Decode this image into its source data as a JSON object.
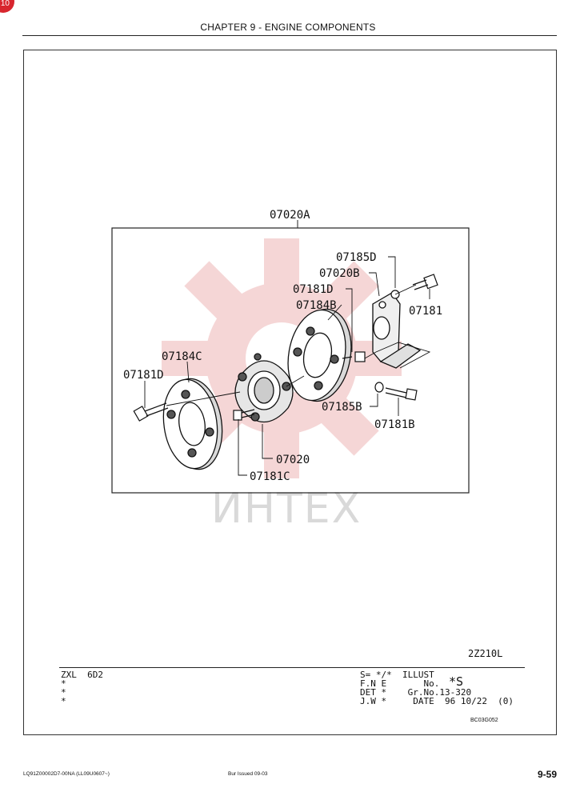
{
  "badge": "10",
  "header": {
    "title": "CHAPTER 9 - ENGINE COMPONENTS"
  },
  "watermark": {
    "text": "ИНТЕХ"
  },
  "diagram": {
    "labels": {
      "assembly": "07020A",
      "l07185D": "07185D",
      "l07020B": "07020B",
      "l07181D_top": "07181D",
      "l07184B": "07184B",
      "l07181": "07181",
      "l07184C": "07184C",
      "l07181D_left": "07181D",
      "l07185B": "07185B",
      "l07181B": "07181B",
      "l07020": "07020",
      "l07181C": "07181C"
    }
  },
  "info": {
    "ref_code": "2Z210L",
    "left_block": "ZXL  6D2\n*\n*\n*",
    "right_block": "S= */*  ILLUST\nF.N E       No.\nDET *    Gr.No.13-320\nJ.W *     DATE  96 10/22  (0)",
    "illust_no": "*S",
    "small_code": "BC03G052"
  },
  "footer": {
    "doc_code": "LQ91Z00002D7-00NA   (LL09U0607~)",
    "issued": "Bur    Issued 09-03",
    "page": "9-59"
  }
}
